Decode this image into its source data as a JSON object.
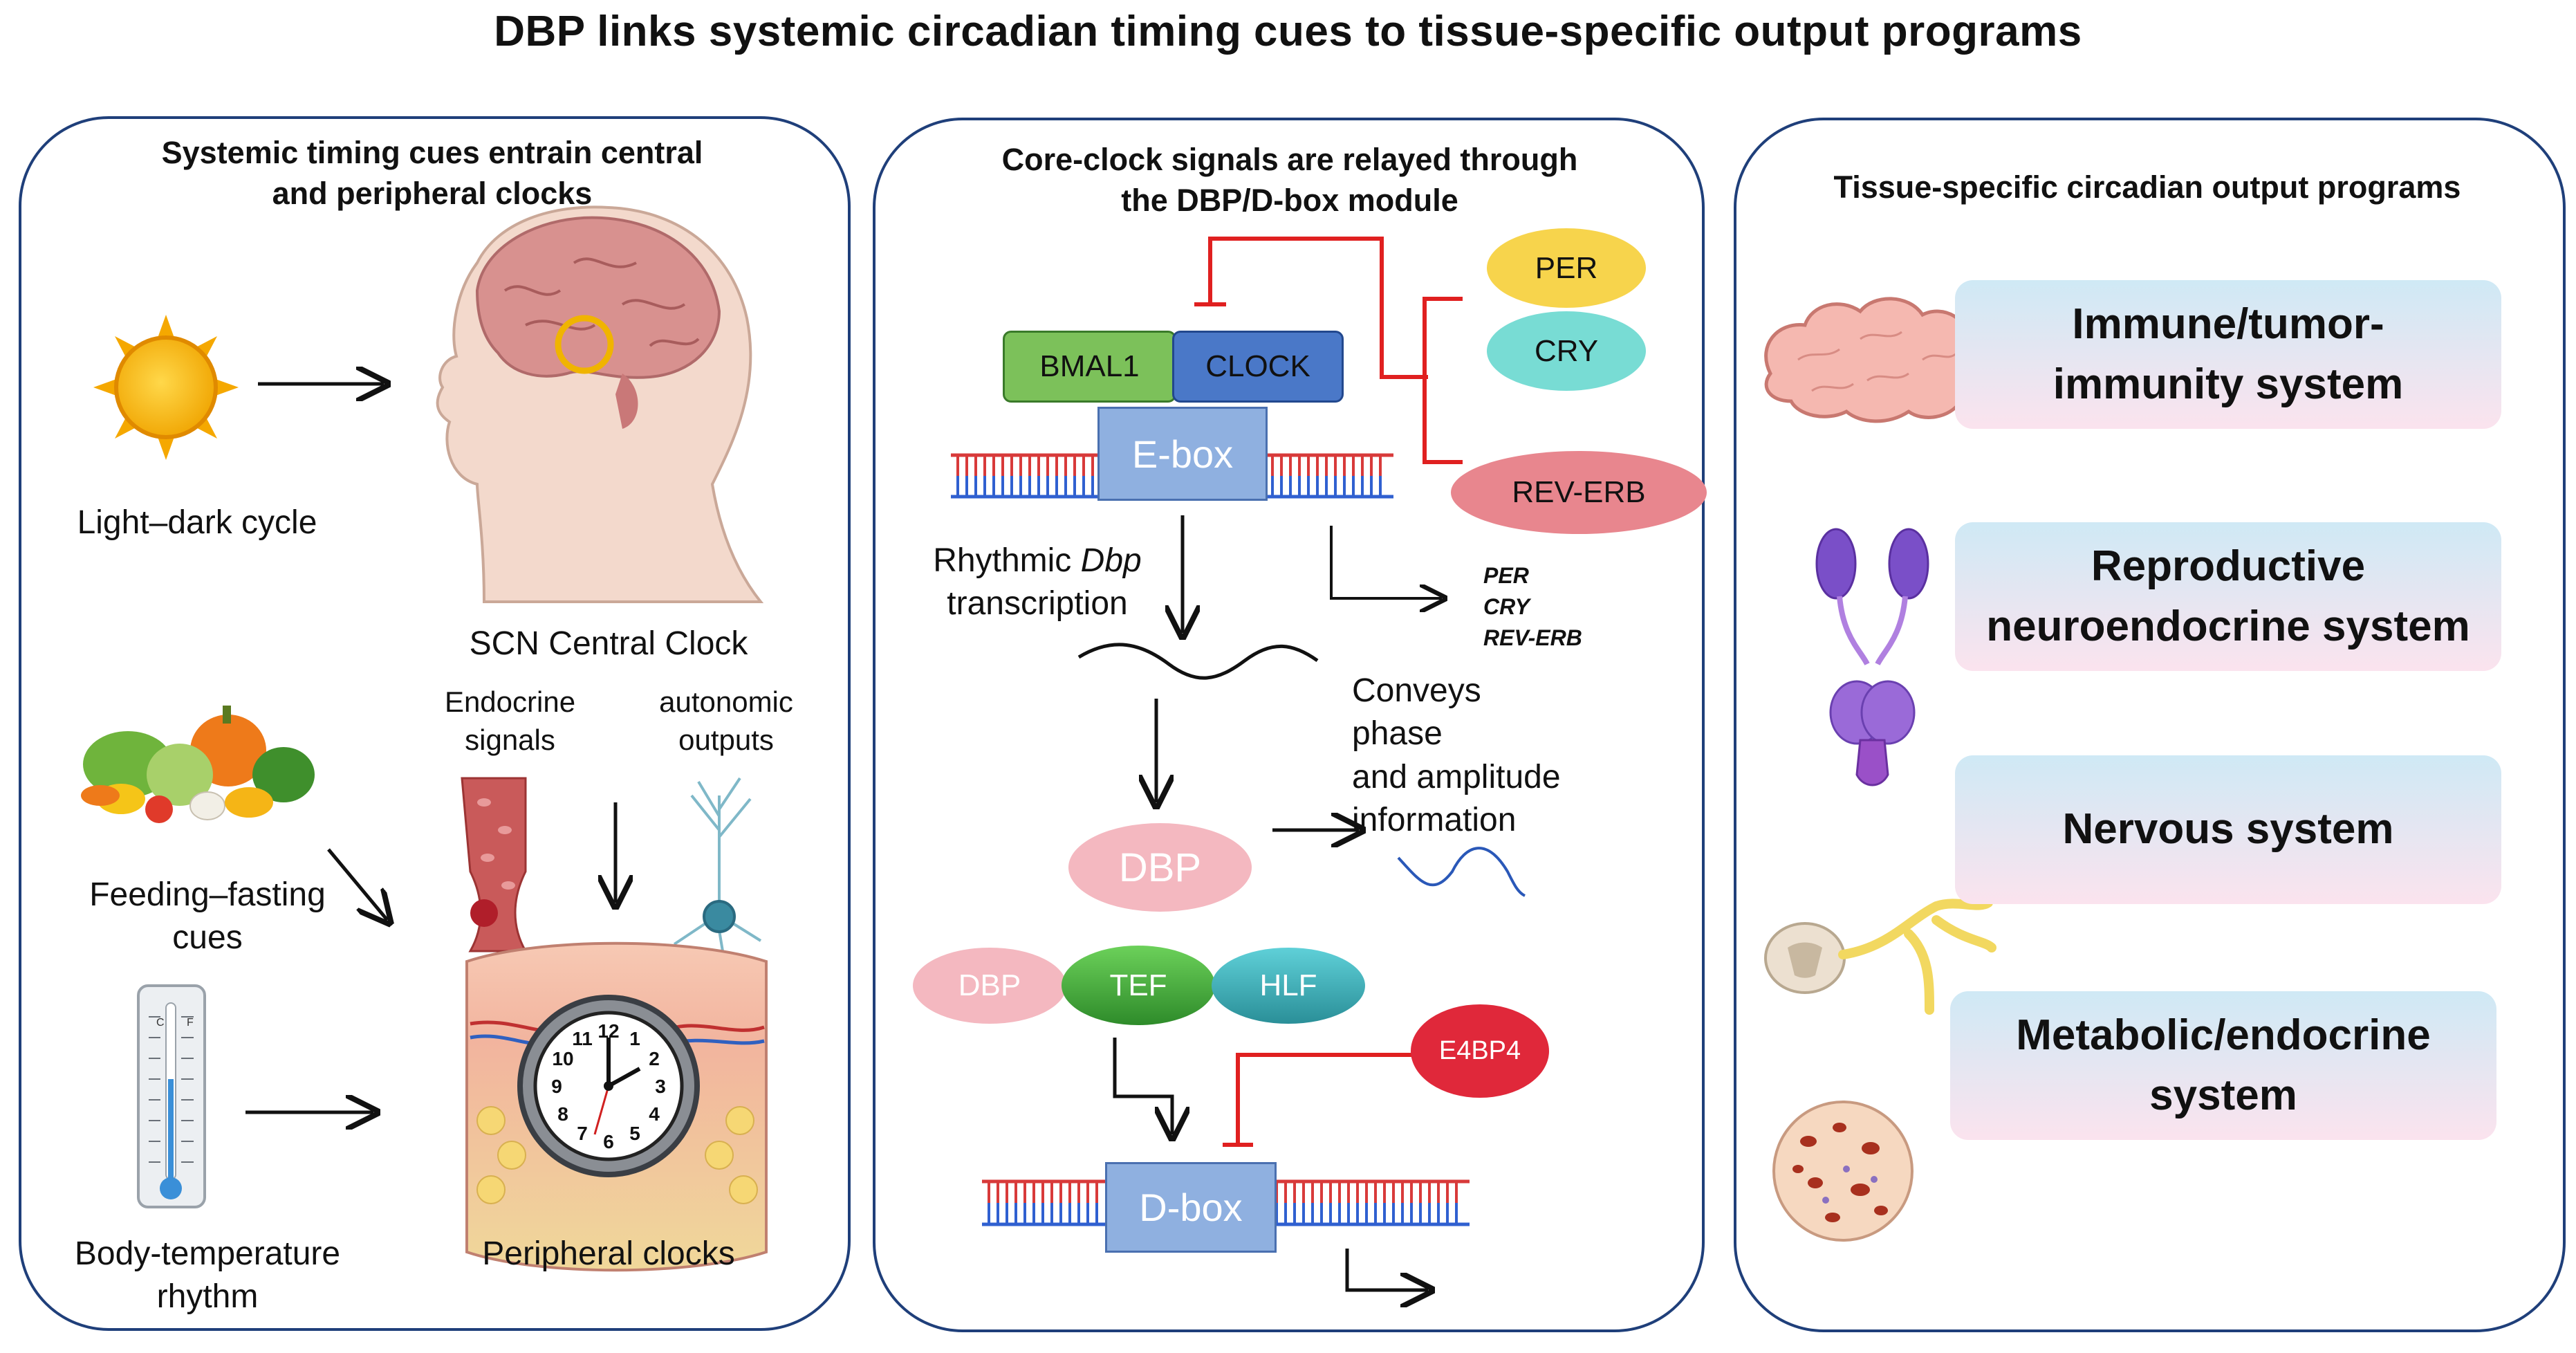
{
  "title": "DBP links systemic circadian timing cues to tissue-specific output programs",
  "left_panel": {
    "title_line1": "Systemic timing cues entrain central",
    "title_line2": "and peripheral clocks",
    "light_dark": "Light–dark cycle",
    "scn": "SCN Central Clock",
    "endocrine_line1": "Endocrine",
    "endocrine_line2": "signals",
    "autonomic_line1": "autonomic",
    "autonomic_line2": "outputs",
    "feeding_line1": "Feeding–fasting",
    "feeding_line2": "cues",
    "temp_line1": "Body-temperature",
    "temp_line2": "rhythm",
    "peripheral": "Peripheral clocks",
    "clock_numbers": [
      "12",
      "1",
      "2",
      "3",
      "4",
      "5",
      "6",
      "7",
      "8",
      "9",
      "10",
      "11"
    ],
    "thermo_c": "C",
    "thermo_f": "F"
  },
  "middle_panel": {
    "title_line1": "Core-clock signals are relayed through",
    "title_line2": "the DBP/D-box module",
    "per": "PER",
    "cry": "CRY",
    "reverb": "REV-ERB",
    "bmal1": "BMAL1",
    "clock": "CLOCK",
    "ebox": "E-box",
    "rhythmic": "Rhythmic",
    "dbp_gene": "Dbp",
    "transcription": "transcription",
    "targets": [
      "PER",
      "CRY",
      "REV-ERB"
    ],
    "conveys_line1": "Conveys phase",
    "conveys_line2": "and amplitude",
    "conveys_line3": "information",
    "dbp": "DBP",
    "dbp2": "DBP",
    "tef": "TEF",
    "hlf": "HLF",
    "e4bp4": "E4BP4",
    "dbox": "D-box"
  },
  "right_panel": {
    "title": "Tissue-specific circadian output programs",
    "immune_line1": "Immune/tumor-",
    "immune_line2": "immunity system",
    "repro_line1": "Reproductive",
    "repro_line2": "neuroendocrine system",
    "nervous": "Nervous system",
    "metabolic_line1": "Metabolic/endocrine",
    "metabolic_line2": "system"
  },
  "colors": {
    "panel_border": "#1f3f7a",
    "inhibition": "#e02020",
    "bmal1": "#7cc15a",
    "clock": "#4a78c8",
    "ebox": "#8fb0e0",
    "per": "#f7d44c",
    "cry": "#78dcd4",
    "reverb": "#e8868e",
    "dbp": "#f4b8c0",
    "tef": "#4caf3c",
    "hlf": "#3ab0b8",
    "e4bp4": "#e0283a"
  }
}
